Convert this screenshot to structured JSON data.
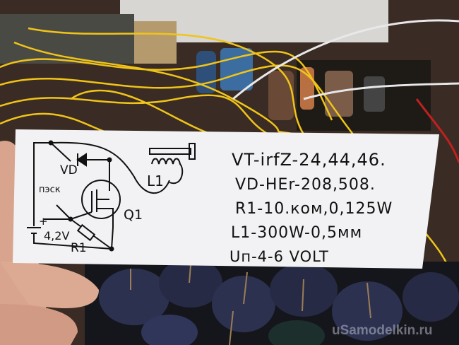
{
  "schematic": {
    "labels": {
      "diode": "VD",
      "inductor": "L1",
      "button": "пэск",
      "transistor": "Q1",
      "battery_plus": "+",
      "battery_voltage": "4,2V",
      "resistor": "R1"
    }
  },
  "specs": [
    "VT-irfZ-24,44,46.",
    "VD-HEr-208,508.",
    "R1-10.ком,0,125W",
    "L1-300W-0,5мм",
    "Uп-4-6 VOLT"
  ],
  "watermark": "uSamodelkin.ru",
  "colors": {
    "paper": "#f2f2f4",
    "wire": "#f0c419",
    "background": "#2a211c",
    "capacitor": "#2c3150"
  }
}
